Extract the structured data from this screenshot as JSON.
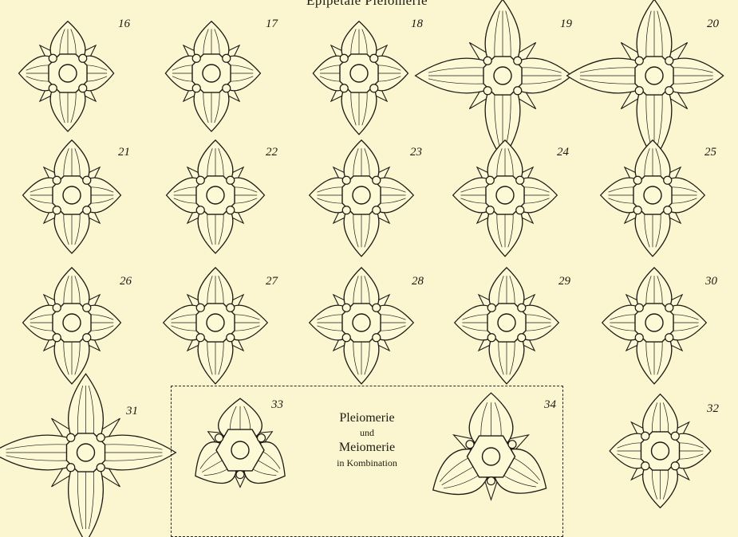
{
  "plate": {
    "title": "Epipetale Pleiomerie"
  },
  "figures": [
    {
      "id": "f16",
      "label": "16",
      "petals": [
        0.85,
        0.75,
        0.95,
        0.8
      ]
    },
    {
      "id": "f17",
      "label": "17",
      "petals": [
        0.85,
        0.8,
        0.95,
        0.75
      ]
    },
    {
      "id": "f18",
      "label": "18",
      "petals": [
        0.85,
        0.8,
        1.0,
        0.75
      ]
    },
    {
      "id": "f19",
      "label": "19",
      "petals": [
        1.05,
        0.95,
        1.15,
        1.2
      ]
    },
    {
      "id": "f20",
      "label": "20",
      "petals": [
        1.05,
        0.95,
        1.15,
        1.2
      ]
    },
    {
      "id": "f21",
      "label": "21",
      "petals": [
        0.9,
        0.8,
        0.95,
        0.8
      ]
    },
    {
      "id": "f22",
      "label": "22",
      "petals": [
        0.9,
        0.8,
        0.95,
        0.8
      ]
    },
    {
      "id": "f23",
      "label": "23",
      "petals": [
        0.9,
        0.85,
        1.0,
        0.85
      ]
    },
    {
      "id": "f24",
      "label": "24",
      "petals": [
        0.9,
        0.85,
        1.0,
        0.85
      ]
    },
    {
      "id": "f25",
      "label": "25",
      "petals": [
        0.9,
        0.85,
        1.0,
        0.85
      ]
    },
    {
      "id": "f26",
      "label": "26",
      "petals": [
        0.9,
        0.8,
        1.0,
        0.8
      ]
    },
    {
      "id": "f27",
      "label": "27",
      "petals": [
        0.9,
        0.85,
        1.0,
        0.85
      ]
    },
    {
      "id": "f28",
      "label": "28",
      "petals": [
        0.9,
        0.85,
        1.0,
        0.85
      ]
    },
    {
      "id": "f29",
      "label": "29",
      "petals": [
        0.9,
        0.85,
        1.0,
        0.85
      ]
    },
    {
      "id": "f30",
      "label": "30",
      "petals": [
        0.9,
        0.85,
        1.0,
        0.85
      ]
    },
    {
      "id": "f31",
      "label": "31",
      "petals": [
        1.05,
        1.2,
        1.2,
        1.25
      ]
    },
    {
      "id": "f32",
      "label": "32",
      "petals": [
        0.9,
        0.8,
        0.9,
        0.8
      ]
    },
    {
      "id": "f33",
      "label": "33",
      "petals": [
        0.9,
        0.9,
        0.9
      ]
    },
    {
      "id": "f34",
      "label": "34",
      "petals": [
        0.95,
        0.95,
        1.0
      ]
    }
  ],
  "combination_box": {
    "line1": "Pleiomerie",
    "line2": "und",
    "line3": "Meiomerie",
    "line4": "in Kombination"
  },
  "colors": {
    "paper": "#fbf6cf",
    "ink": "#1d1a14",
    "petal_fill": "#fdf8d6"
  }
}
